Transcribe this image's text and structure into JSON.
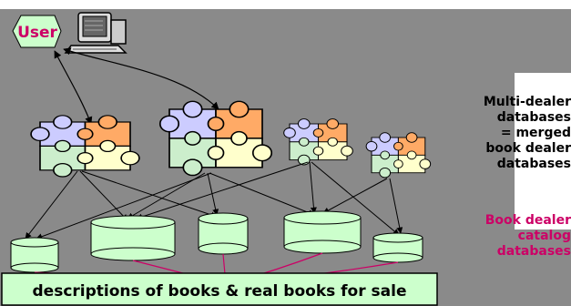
{
  "user_label": "User",
  "multi_dealer_label": "Multi-dealer\ndatabases\n= merged\nbook dealer\ndatabases",
  "book_dealer_label": "Book dealer\ncatalog\ndatabases",
  "bottom_caption": "descriptions of books & real books for sale",
  "colors": {
    "panel_gray": "#8a8a8a",
    "cylinder_fill": "#ccffcc",
    "user_badge_fill": "#ccffcc",
    "user_text": "#cc0066",
    "dealer_label": "#cc0066",
    "caption_box": "#ccffcc",
    "pink_lines": "#cc0066",
    "piece_blue": "#ccccff",
    "piece_orange": "#ffaa66",
    "piece_green": "#cceecc",
    "piece_yellow": "#ffffcc"
  }
}
